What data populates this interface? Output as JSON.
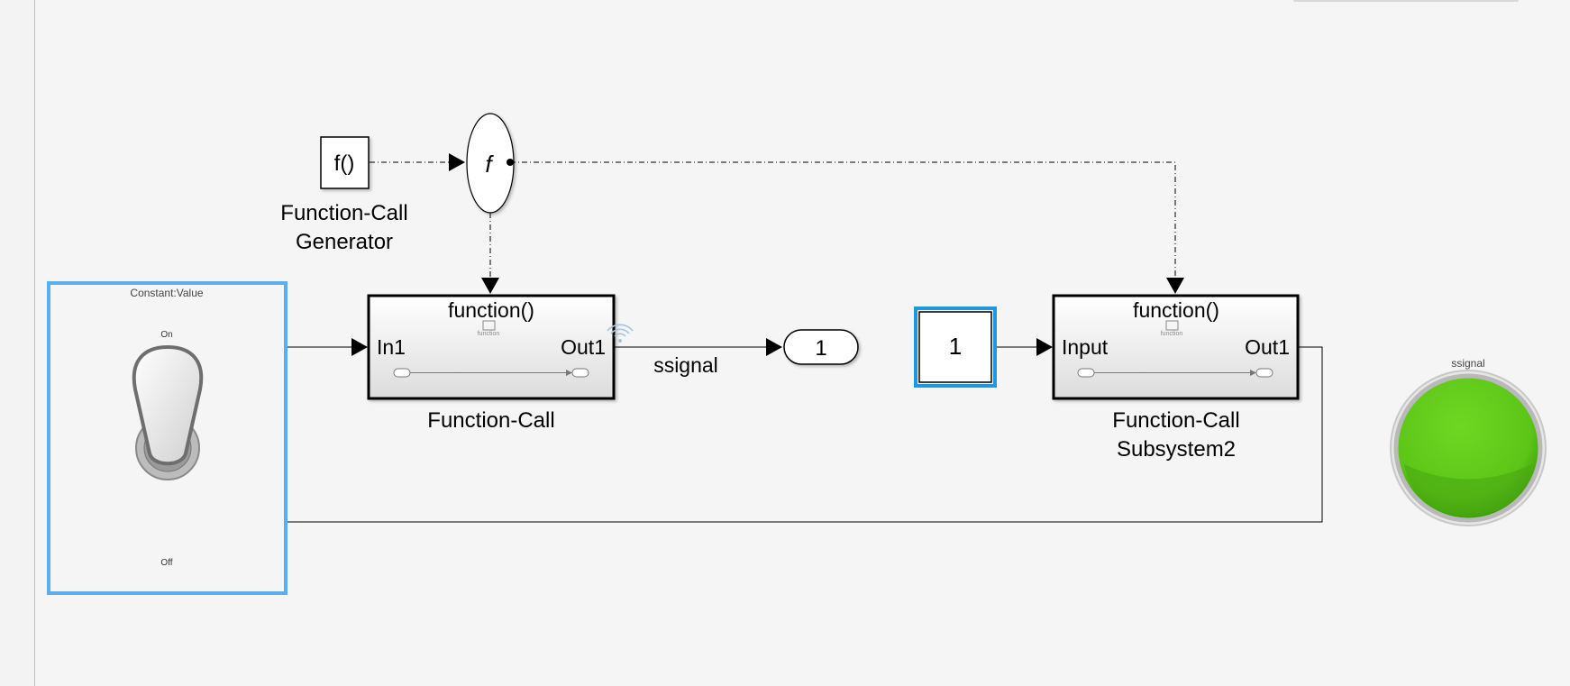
{
  "diagram": {
    "fcgen": {
      "glyph": "f()",
      "label_line1": "Function-Call",
      "label_line2": "Generator"
    },
    "split": {
      "glyph": "f"
    },
    "subsystem1": {
      "title": "function()",
      "sub": "function",
      "in_port": "In1",
      "out_port": "Out1",
      "label": "Function-Call"
    },
    "signal_label": "ssignal",
    "outport": {
      "value": "1"
    },
    "constant": {
      "value": "1"
    },
    "subsystem2": {
      "title": "function()",
      "sub": "function",
      "in_port": "Input",
      "out_port": "Out1",
      "label_line1": "Function-Call",
      "label_line2": "Subsystem2"
    },
    "switch": {
      "title": "Constant:Value",
      "on_label": "On",
      "off_label": "Off"
    },
    "lamp": {
      "title": "ssignal",
      "color": "#5fc81a"
    }
  },
  "colors": {
    "selection": "#5aaef0",
    "line": "#000000",
    "canvas": "#f5f5f5"
  }
}
